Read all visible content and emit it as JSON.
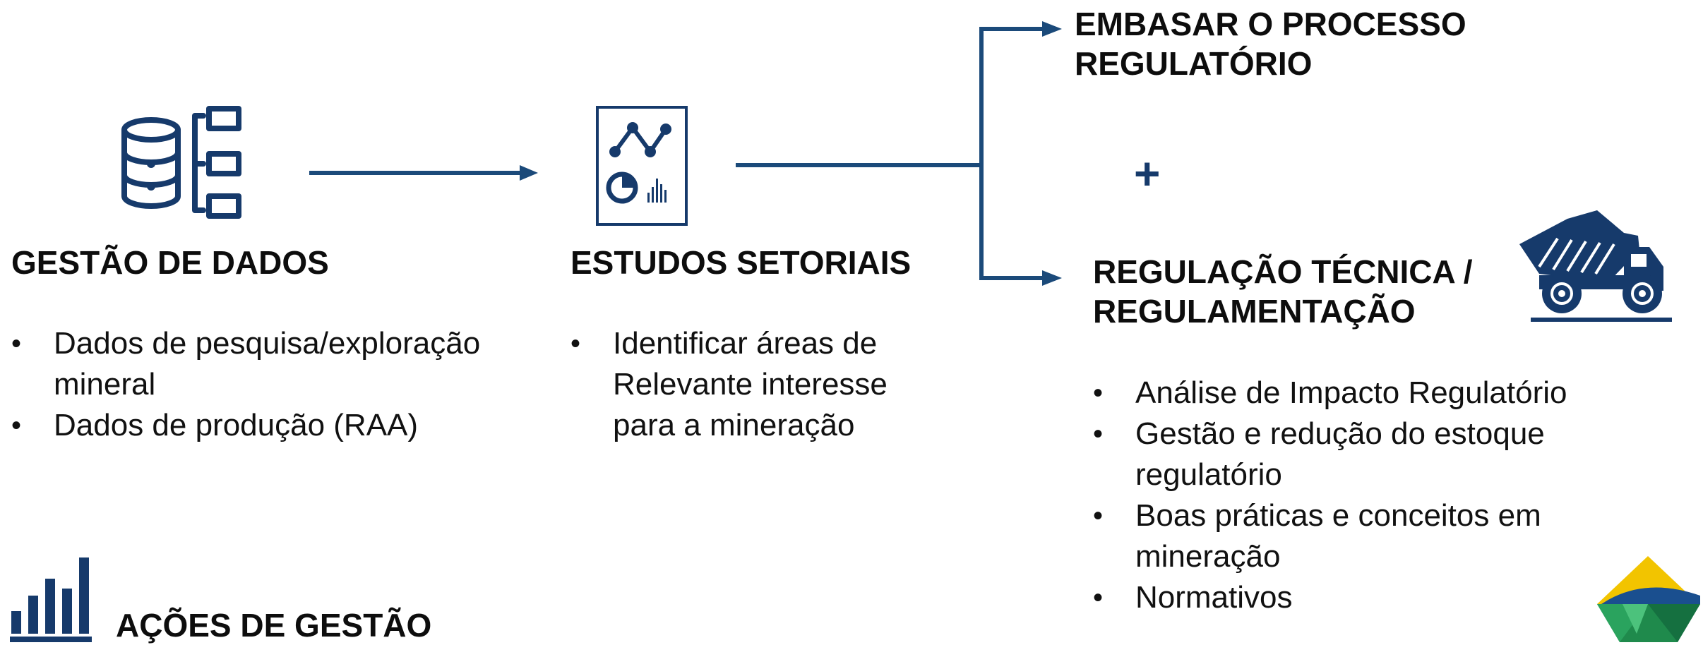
{
  "colors": {
    "navy": "#163a6b",
    "connector": "#1b4a7a",
    "text": "#0d0d0d"
  },
  "icons": {
    "gestao": "database-list-icon",
    "estudos": "report-chart-icon",
    "regulacao": "dump-truck-icon",
    "acoes": "bar-chart-icon",
    "logo": "brazil-flag-gem-logo"
  },
  "gestao_dados": {
    "title": "GESTÃO DE DADOS",
    "bullets": [
      "Dados de pesquisa/exploração\nmineral",
      "Dados de produção (RAA)"
    ]
  },
  "estudos_setoriais": {
    "title": "ESTUDOS SETORIAIS",
    "bullets": [
      "Identificar áreas de\nRelevante interesse\npara a mineração"
    ]
  },
  "embasar": {
    "line1": "EMBASAR O PROCESSO",
    "line2": "REGULATÓRIO"
  },
  "plus": "+",
  "regulacao": {
    "line1": "REGULAÇÃO TÉCNICA /",
    "line2": "REGULAMENTAÇÃO",
    "bullets": [
      "Análise de Impacto Regulatório",
      "Gestão e redução do estoque\nregulatório",
      "Boas práticas e conceitos em\nmineração",
      "Normativos"
    ]
  },
  "acoes": {
    "title": "AÇÕES DE GESTÃO"
  }
}
